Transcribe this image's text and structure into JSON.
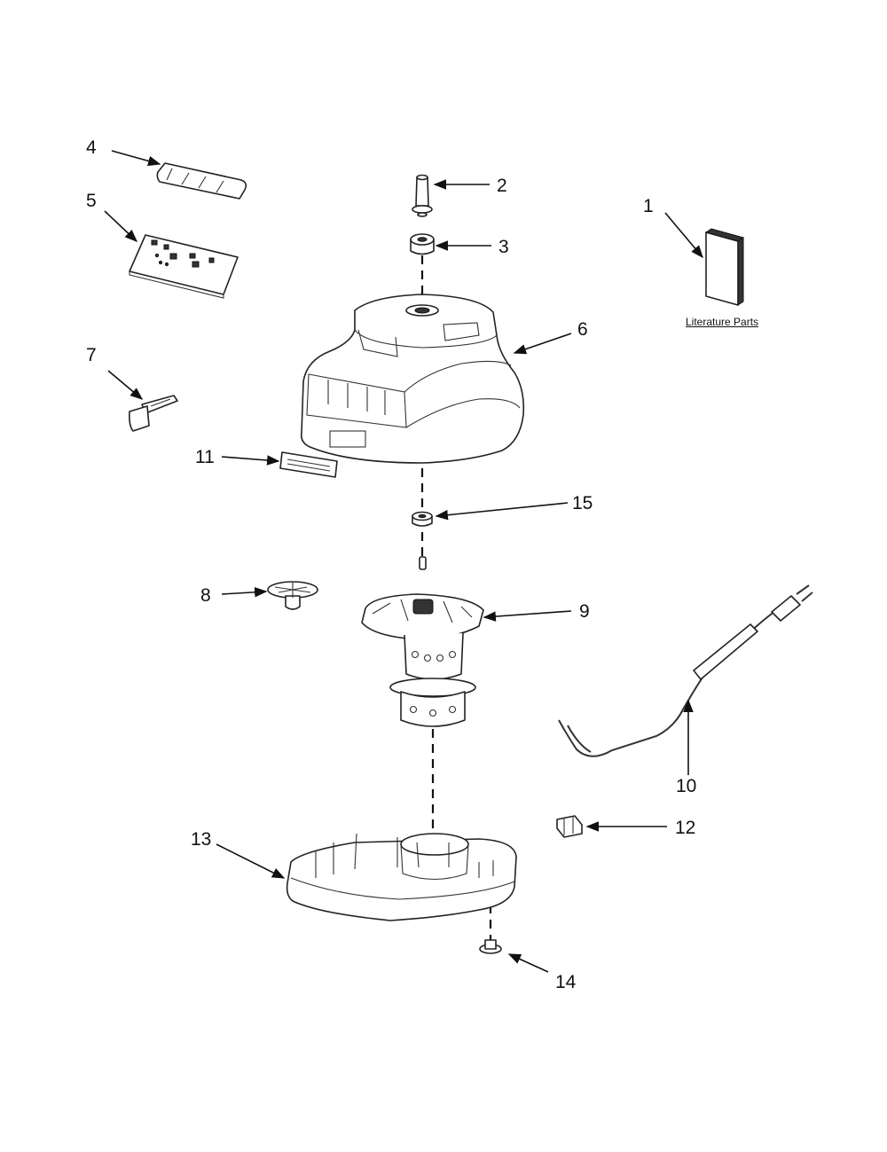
{
  "diagram": {
    "literature_caption": "Literature Parts",
    "callouts": [
      "1",
      "2",
      "3",
      "4",
      "5",
      "6",
      "7",
      "8",
      "9",
      "10",
      "11",
      "12",
      "13",
      "14",
      "15"
    ]
  },
  "colors": {
    "line": "#222222",
    "background": "#ffffff"
  }
}
